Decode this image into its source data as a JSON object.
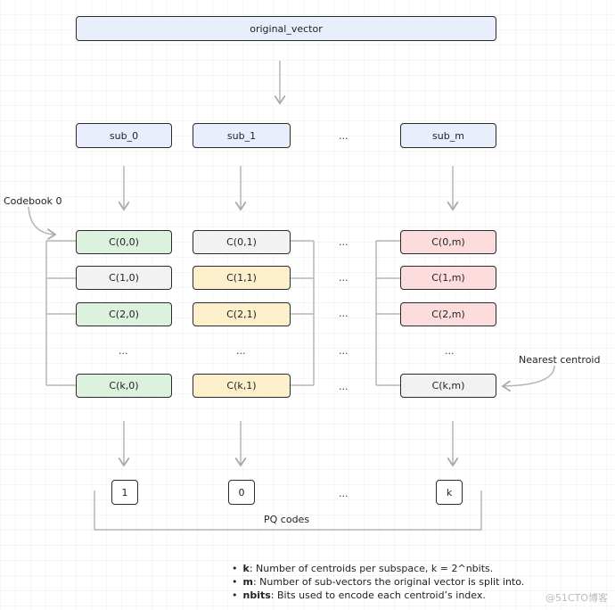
{
  "top": {
    "label": "original_vector"
  },
  "subvectors": [
    "sub_0",
    "sub_1",
    "...",
    "sub_m"
  ],
  "codebook_label": "Codebook 0",
  "nearest_label": "Nearest centroid",
  "columns": [
    {
      "cells": [
        "C(0,0)",
        "C(1,0)",
        "C(2,0)",
        "...",
        "C(k,0)"
      ]
    },
    {
      "cells": [
        "C(0,1)",
        "C(1,1)",
        "C(2,1)",
        "...",
        "C(k,1)"
      ]
    },
    {
      "cells": [
        "...",
        "...",
        "...",
        "...",
        "..."
      ]
    },
    {
      "cells": [
        "C(0,m)",
        "C(1,m)",
        "C(2,m)",
        "...",
        "C(k,m)"
      ]
    }
  ],
  "codes": [
    "1",
    "0",
    "...",
    "k"
  ],
  "pq_label": "PQ codes",
  "legend": [
    {
      "term": "k",
      "text": ": Number of centroids per subspace, k = 2^nbits."
    },
    {
      "term": "m",
      "text": ": Number of sub-vectors the original vector is split into."
    },
    {
      "term": "nbits",
      "text": ": Bits used to encode each centroid’s index."
    }
  ],
  "watermark": "@51CTO博客",
  "colors": {
    "blue": "#e8eefc",
    "green": "#dcf2df",
    "yellow": "#fcf0cc",
    "pink": "#fcdcdc",
    "gray": "#f2f2f2"
  }
}
